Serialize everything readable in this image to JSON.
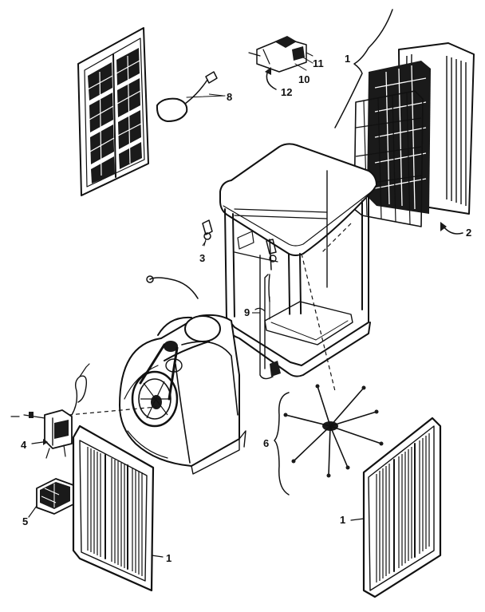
{
  "diagram": {
    "callouts": {
      "c1_top_right": "1",
      "c2": "2",
      "c3": "3",
      "c4": "4",
      "c5": "5",
      "c6": "6",
      "c8": "8",
      "c9": "9",
      "c10": "10",
      "c11": "11",
      "c12": "12",
      "c1_bottom_right": "1",
      "c1_bottom_left": "1"
    }
  }
}
